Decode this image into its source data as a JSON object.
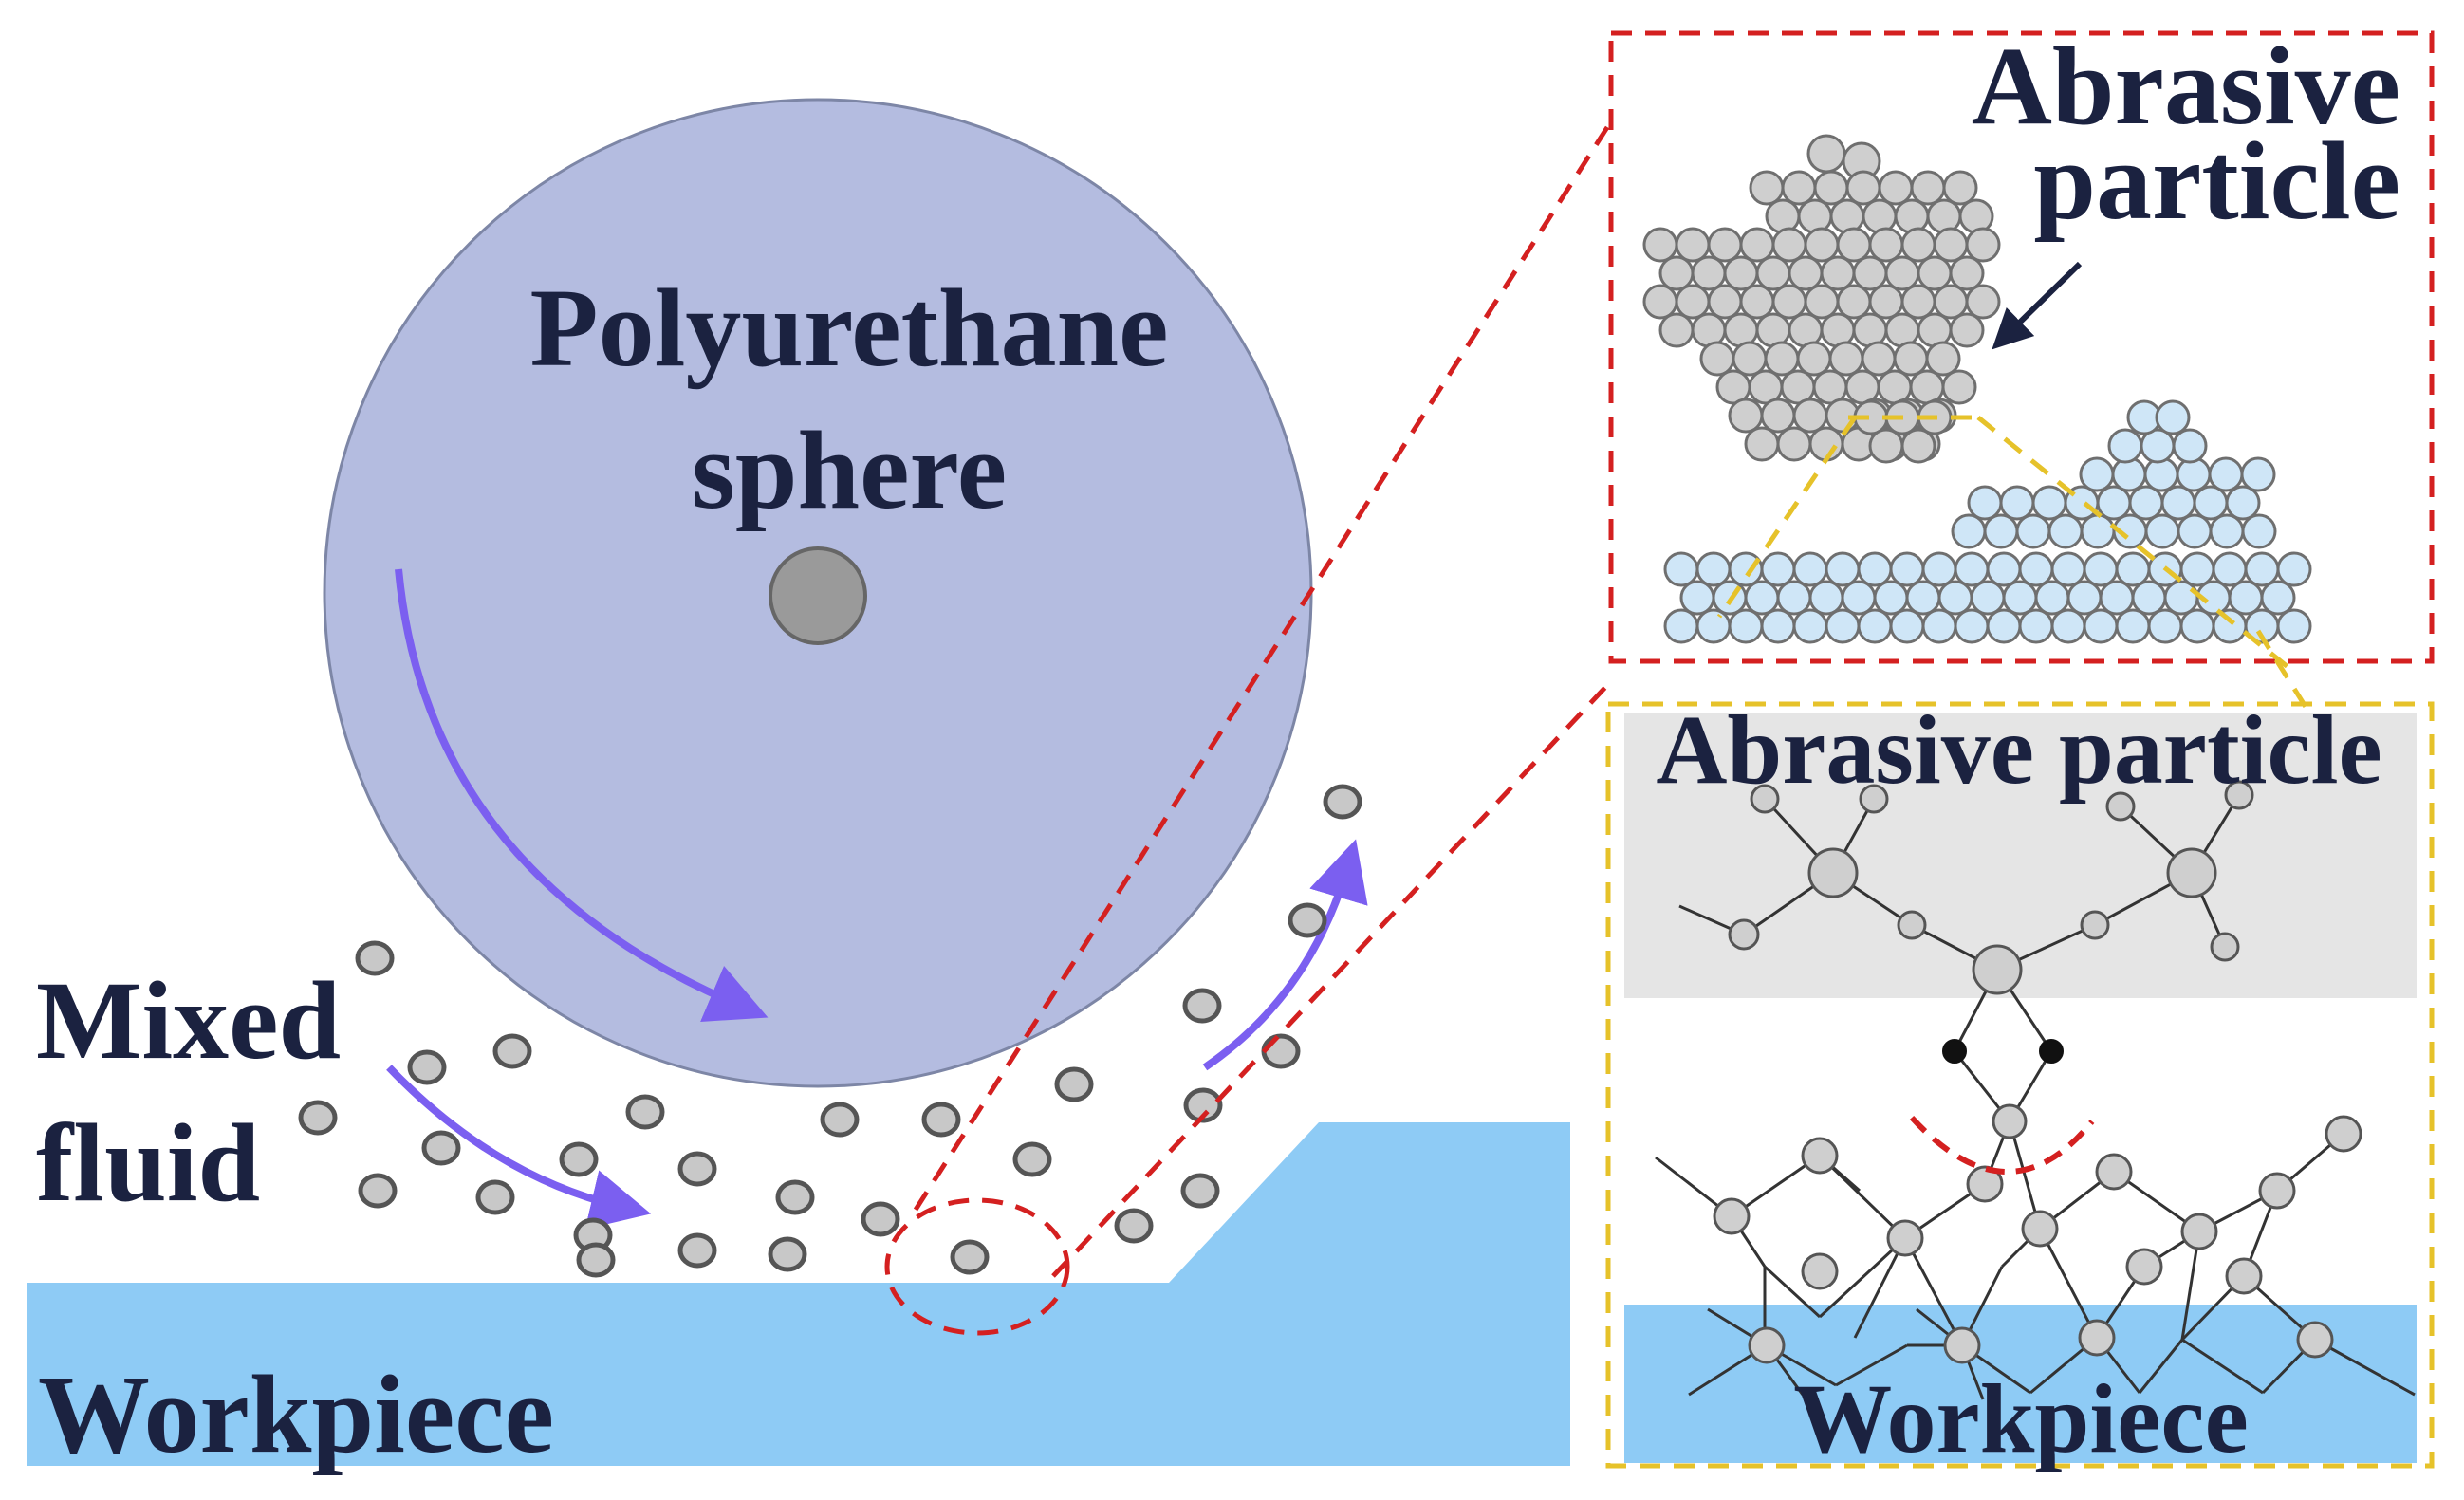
{
  "labels": {
    "sphere_line1": "Polyurethane",
    "sphere_line2": "sphere",
    "fluid_line1": "Mixed",
    "fluid_line2": "fluid",
    "workpiece_main": "Workpiece",
    "abrasive_top_line1": "Abrasive",
    "abrasive_top_line2": "particle",
    "abrasive_bottom": "Abrasive particle",
    "workpiece_inset": "Workpiece"
  },
  "colors": {
    "sphere_fill": "#b4bce0",
    "workpiece_fill": "#8ecbf5",
    "particle_fill": "#c8c8c8",
    "arrow": "#7b5ff0",
    "red_dash": "#d42020",
    "yellow_dash": "#e6c22a",
    "text": "#1b2240"
  }
}
